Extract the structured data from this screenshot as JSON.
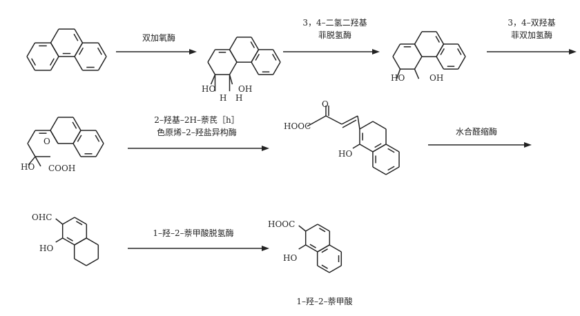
{
  "steps": [
    {
      "enzyme_lines": [
        "双加氧酶"
      ]
    },
    {
      "enzyme_lines": [
        "3，4–二氢二羟基",
        "菲脱氢酶"
      ]
    },
    {
      "enzyme_lines": [
        "3，4–双羟基",
        "菲双加氢酶"
      ]
    },
    {
      "enzyme_lines": [
        "2–羟基–2H–萘芪［h］",
        "色原烯–2–羟盐异构酶"
      ]
    },
    {
      "enzyme_lines": [
        "水合醛缩酶"
      ]
    },
    {
      "enzyme_lines": [
        "1–羟–2–萘甲酸脱氢酶"
      ]
    }
  ],
  "atoms": {
    "diol1": [
      "HO",
      "H",
      "H",
      "OH"
    ],
    "diol2": [
      "HO",
      "OH"
    ],
    "chromene": [
      "O",
      "HO",
      "COOH"
    ],
    "acid": [
      "O",
      "HOOC",
      "HO"
    ],
    "aldehyde": [
      "OHC",
      "HO"
    ],
    "product": [
      "HOOC",
      "HO"
    ]
  },
  "product_name": "1–羟–2–萘甲酸",
  "colors": {
    "ink": "#222222"
  }
}
